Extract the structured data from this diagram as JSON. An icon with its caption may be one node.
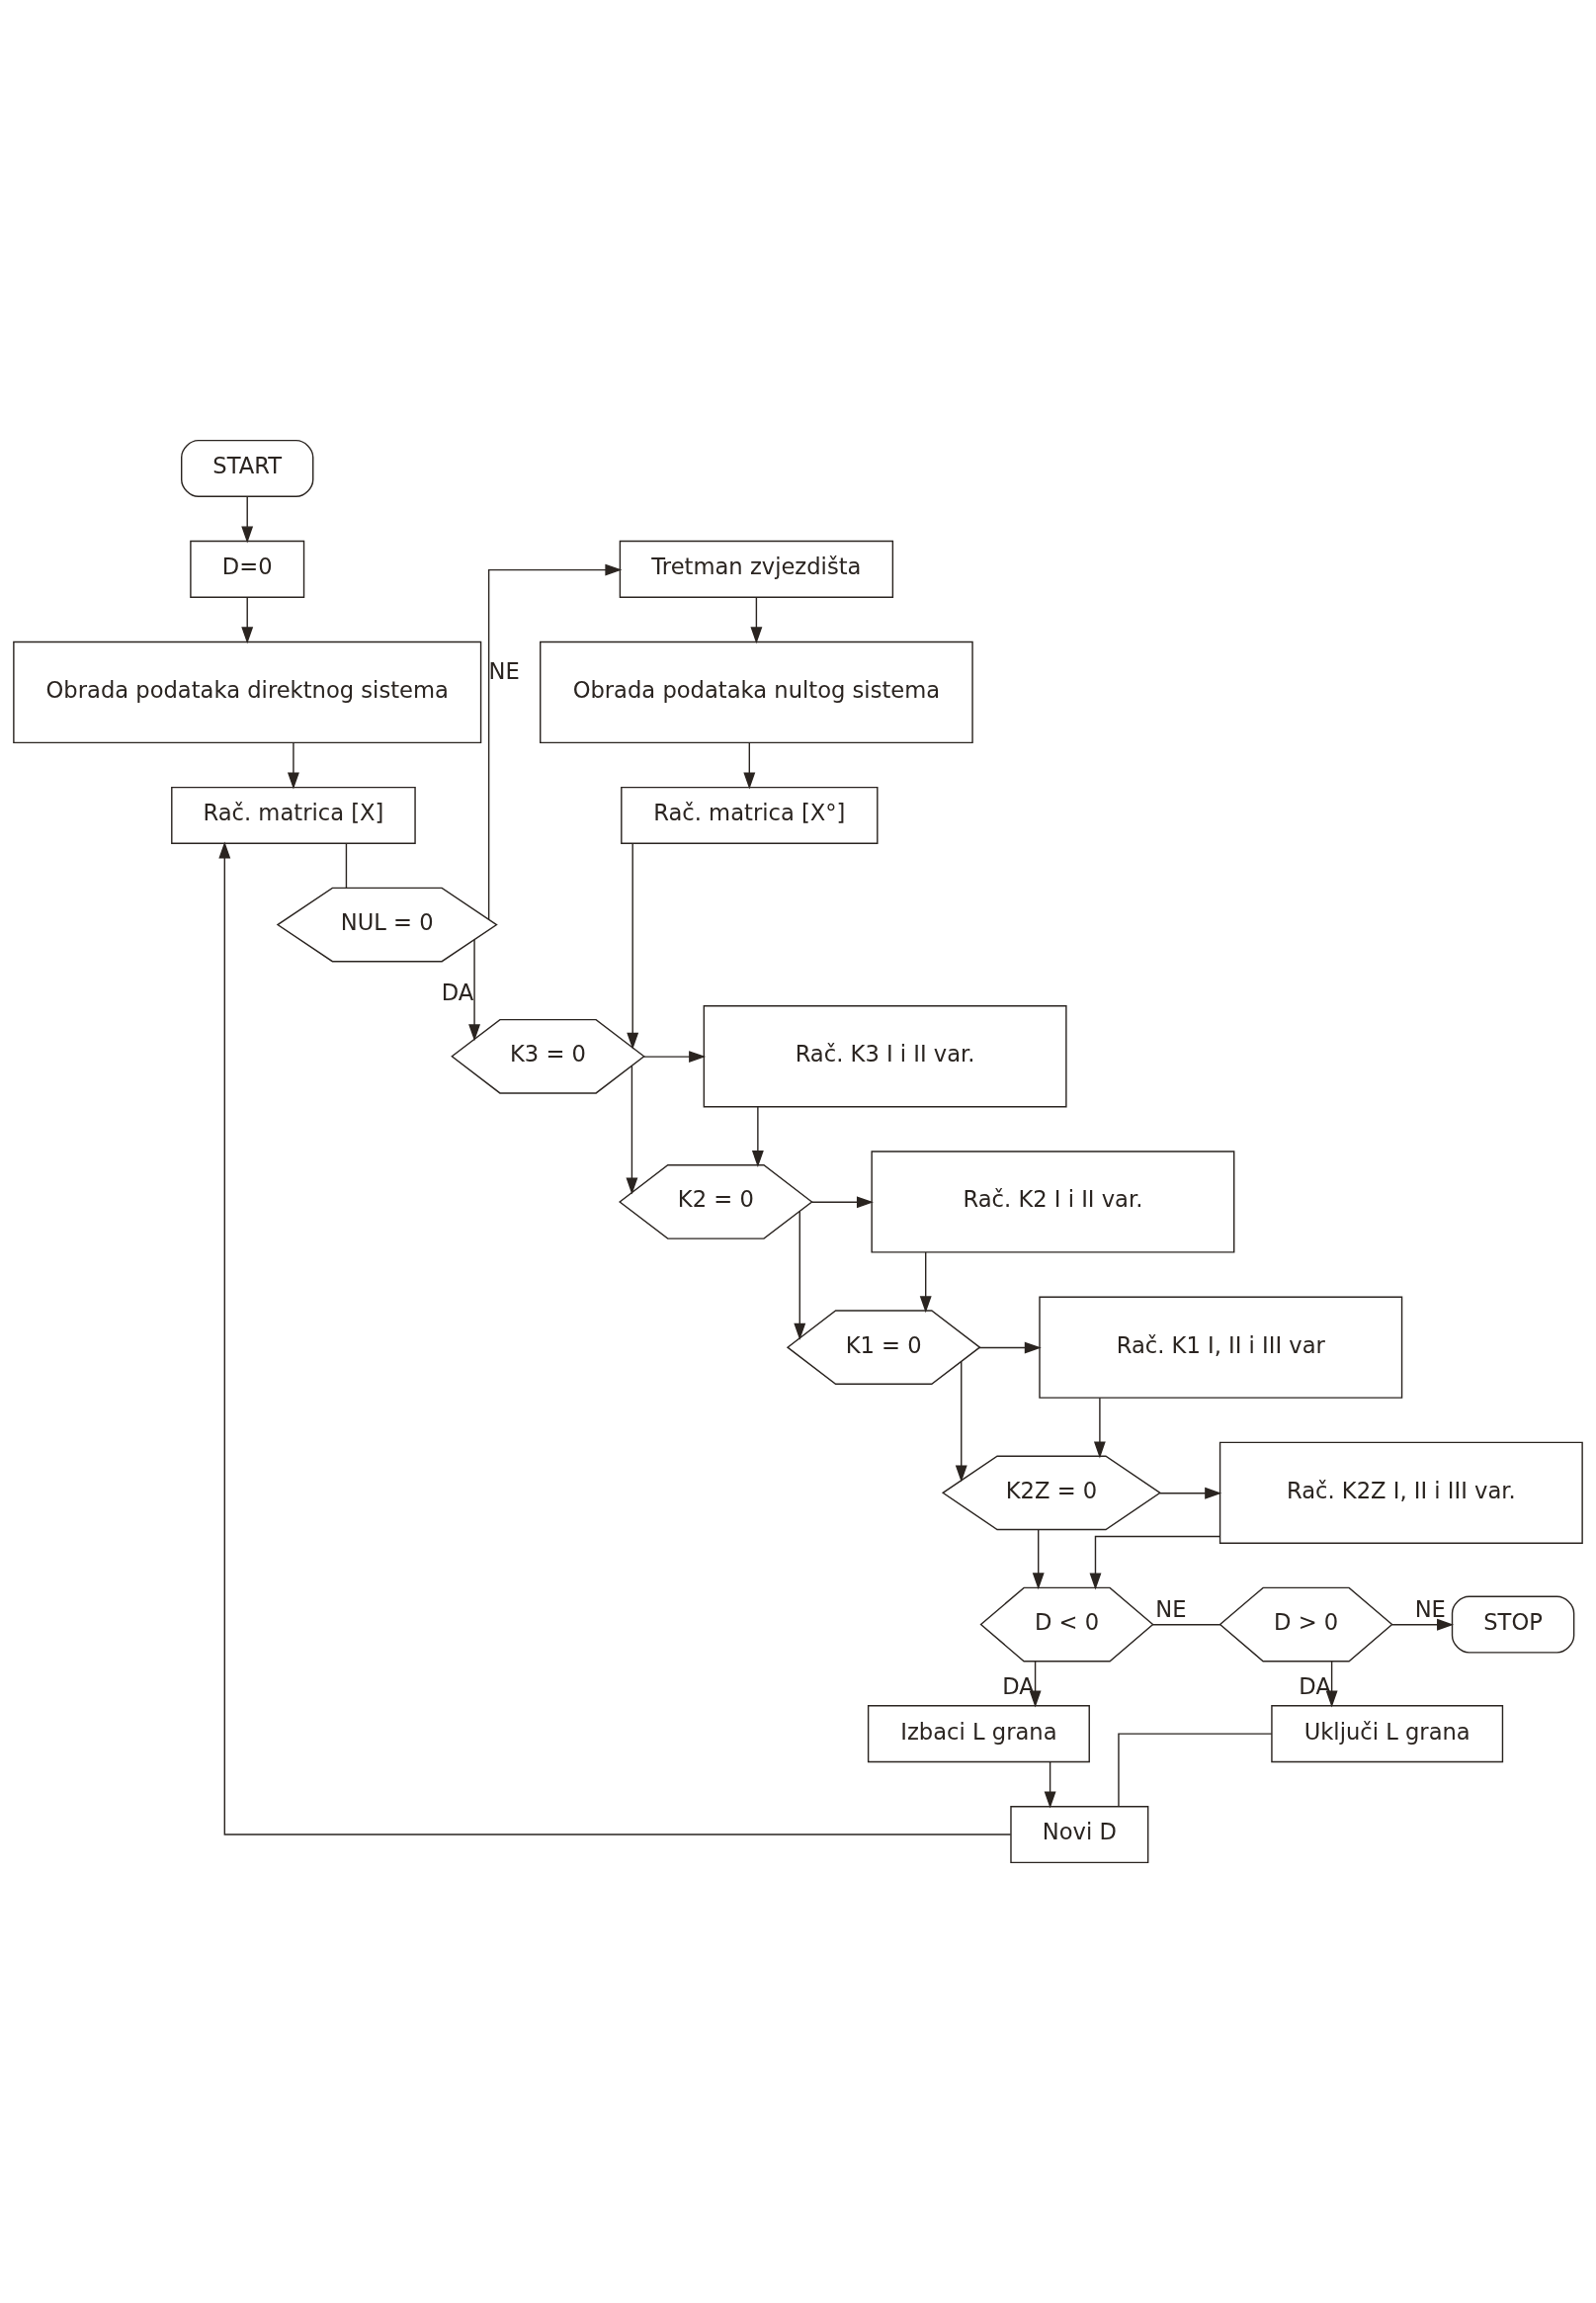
{
  "diagram": {
    "nodes": [
      {
        "text": [
          "START"
        ]
      },
      {
        "text": [
          "D=0"
        ]
      },
      {
        "text": [
          "Obrada podataka direktnog sistema"
        ]
      },
      {
        "text": [
          "Rač. matrica [X]"
        ]
      },
      {
        "text": [
          "Tretman zvjezdišta"
        ]
      },
      {
        "text": [
          "Obrada podataka nultog sistema"
        ]
      },
      {
        "text": [
          "Rač. matrica [X°]"
        ]
      },
      {
        "text": [
          "NUL = 0"
        ]
      },
      {
        "text": [
          "K3 = 0"
        ]
      },
      {
        "text": [
          "Rač. K3 I i II var."
        ]
      },
      {
        "text": [
          "K2 = 0"
        ]
      },
      {
        "text": [
          "Rač. K2 I i II var."
        ]
      },
      {
        "text": [
          "K1 = 0"
        ]
      },
      {
        "text": [
          "Rač. K1 I, II i III var"
        ]
      },
      {
        "text": [
          "K2Z = 0"
        ]
      },
      {
        "text": [
          "Rač. K2Z I, II i III var."
        ]
      },
      {
        "text": [
          "D < 0"
        ]
      },
      {
        "text": [
          "D > 0"
        ]
      },
      {
        "text": [
          "STOP"
        ]
      },
      {
        "text": [
          "Izbaci L grana"
        ]
      },
      {
        "text": [
          "Uključi L grana"
        ]
      },
      {
        "text": [
          "Novi D"
        ]
      }
    ],
    "edges": [
      {
        "from": 0,
        "to": 1,
        "arrow": "to"
      },
      {
        "from": 1,
        "to": 2,
        "arrow": "to"
      },
      {
        "from": 2,
        "to": 3,
        "arrow": "to"
      },
      {
        "from": 3,
        "to": 7,
        "arrow": "none"
      },
      {
        "from": 7,
        "to": 4,
        "label": "NE",
        "arrow": "to"
      },
      {
        "from": 4,
        "to": 5,
        "arrow": "to"
      },
      {
        "from": 5,
        "to": 6,
        "arrow": "to"
      },
      {
        "from": 6,
        "to": 8,
        "arrow": "to"
      },
      {
        "from": 7,
        "to": 8,
        "label": "DA",
        "arrow": "to"
      },
      {
        "from": 8,
        "to": 9,
        "arrow": "to"
      },
      {
        "from": 9,
        "to": 10,
        "arrow": "to"
      },
      {
        "from": 8,
        "to": 10,
        "arrow": "to"
      },
      {
        "from": 10,
        "to": 11,
        "arrow": "to"
      },
      {
        "from": 11,
        "to": 12,
        "arrow": "to"
      },
      {
        "from": 10,
        "to": 12,
        "arrow": "to"
      },
      {
        "from": 12,
        "to": 13,
        "arrow": "to"
      },
      {
        "from": 13,
        "to": 14,
        "arrow": "to"
      },
      {
        "from": 12,
        "to": 14,
        "arrow": "to"
      },
      {
        "from": 14,
        "to": 15,
        "arrow": "to"
      },
      {
        "from": 15,
        "to": 16,
        "arrow": "to"
      },
      {
        "from": 14,
        "to": 16,
        "arrow": "to"
      },
      {
        "from": 16,
        "to": 17,
        "label": "NE",
        "arrow": "none"
      },
      {
        "from": 17,
        "to": 18,
        "label": "NE",
        "arrow": "to"
      },
      {
        "from": 16,
        "to": 19,
        "label": "DA",
        "arrow": "to"
      },
      {
        "from": 17,
        "to": 20,
        "label": "DA",
        "arrow": "to"
      },
      {
        "from": 19,
        "to": 21,
        "arrow": "to"
      },
      {
        "from": 20,
        "to": 21,
        "arrow": "none"
      },
      {
        "from": 21,
        "to": 3,
        "arrow": "to"
      }
    ]
  }
}
